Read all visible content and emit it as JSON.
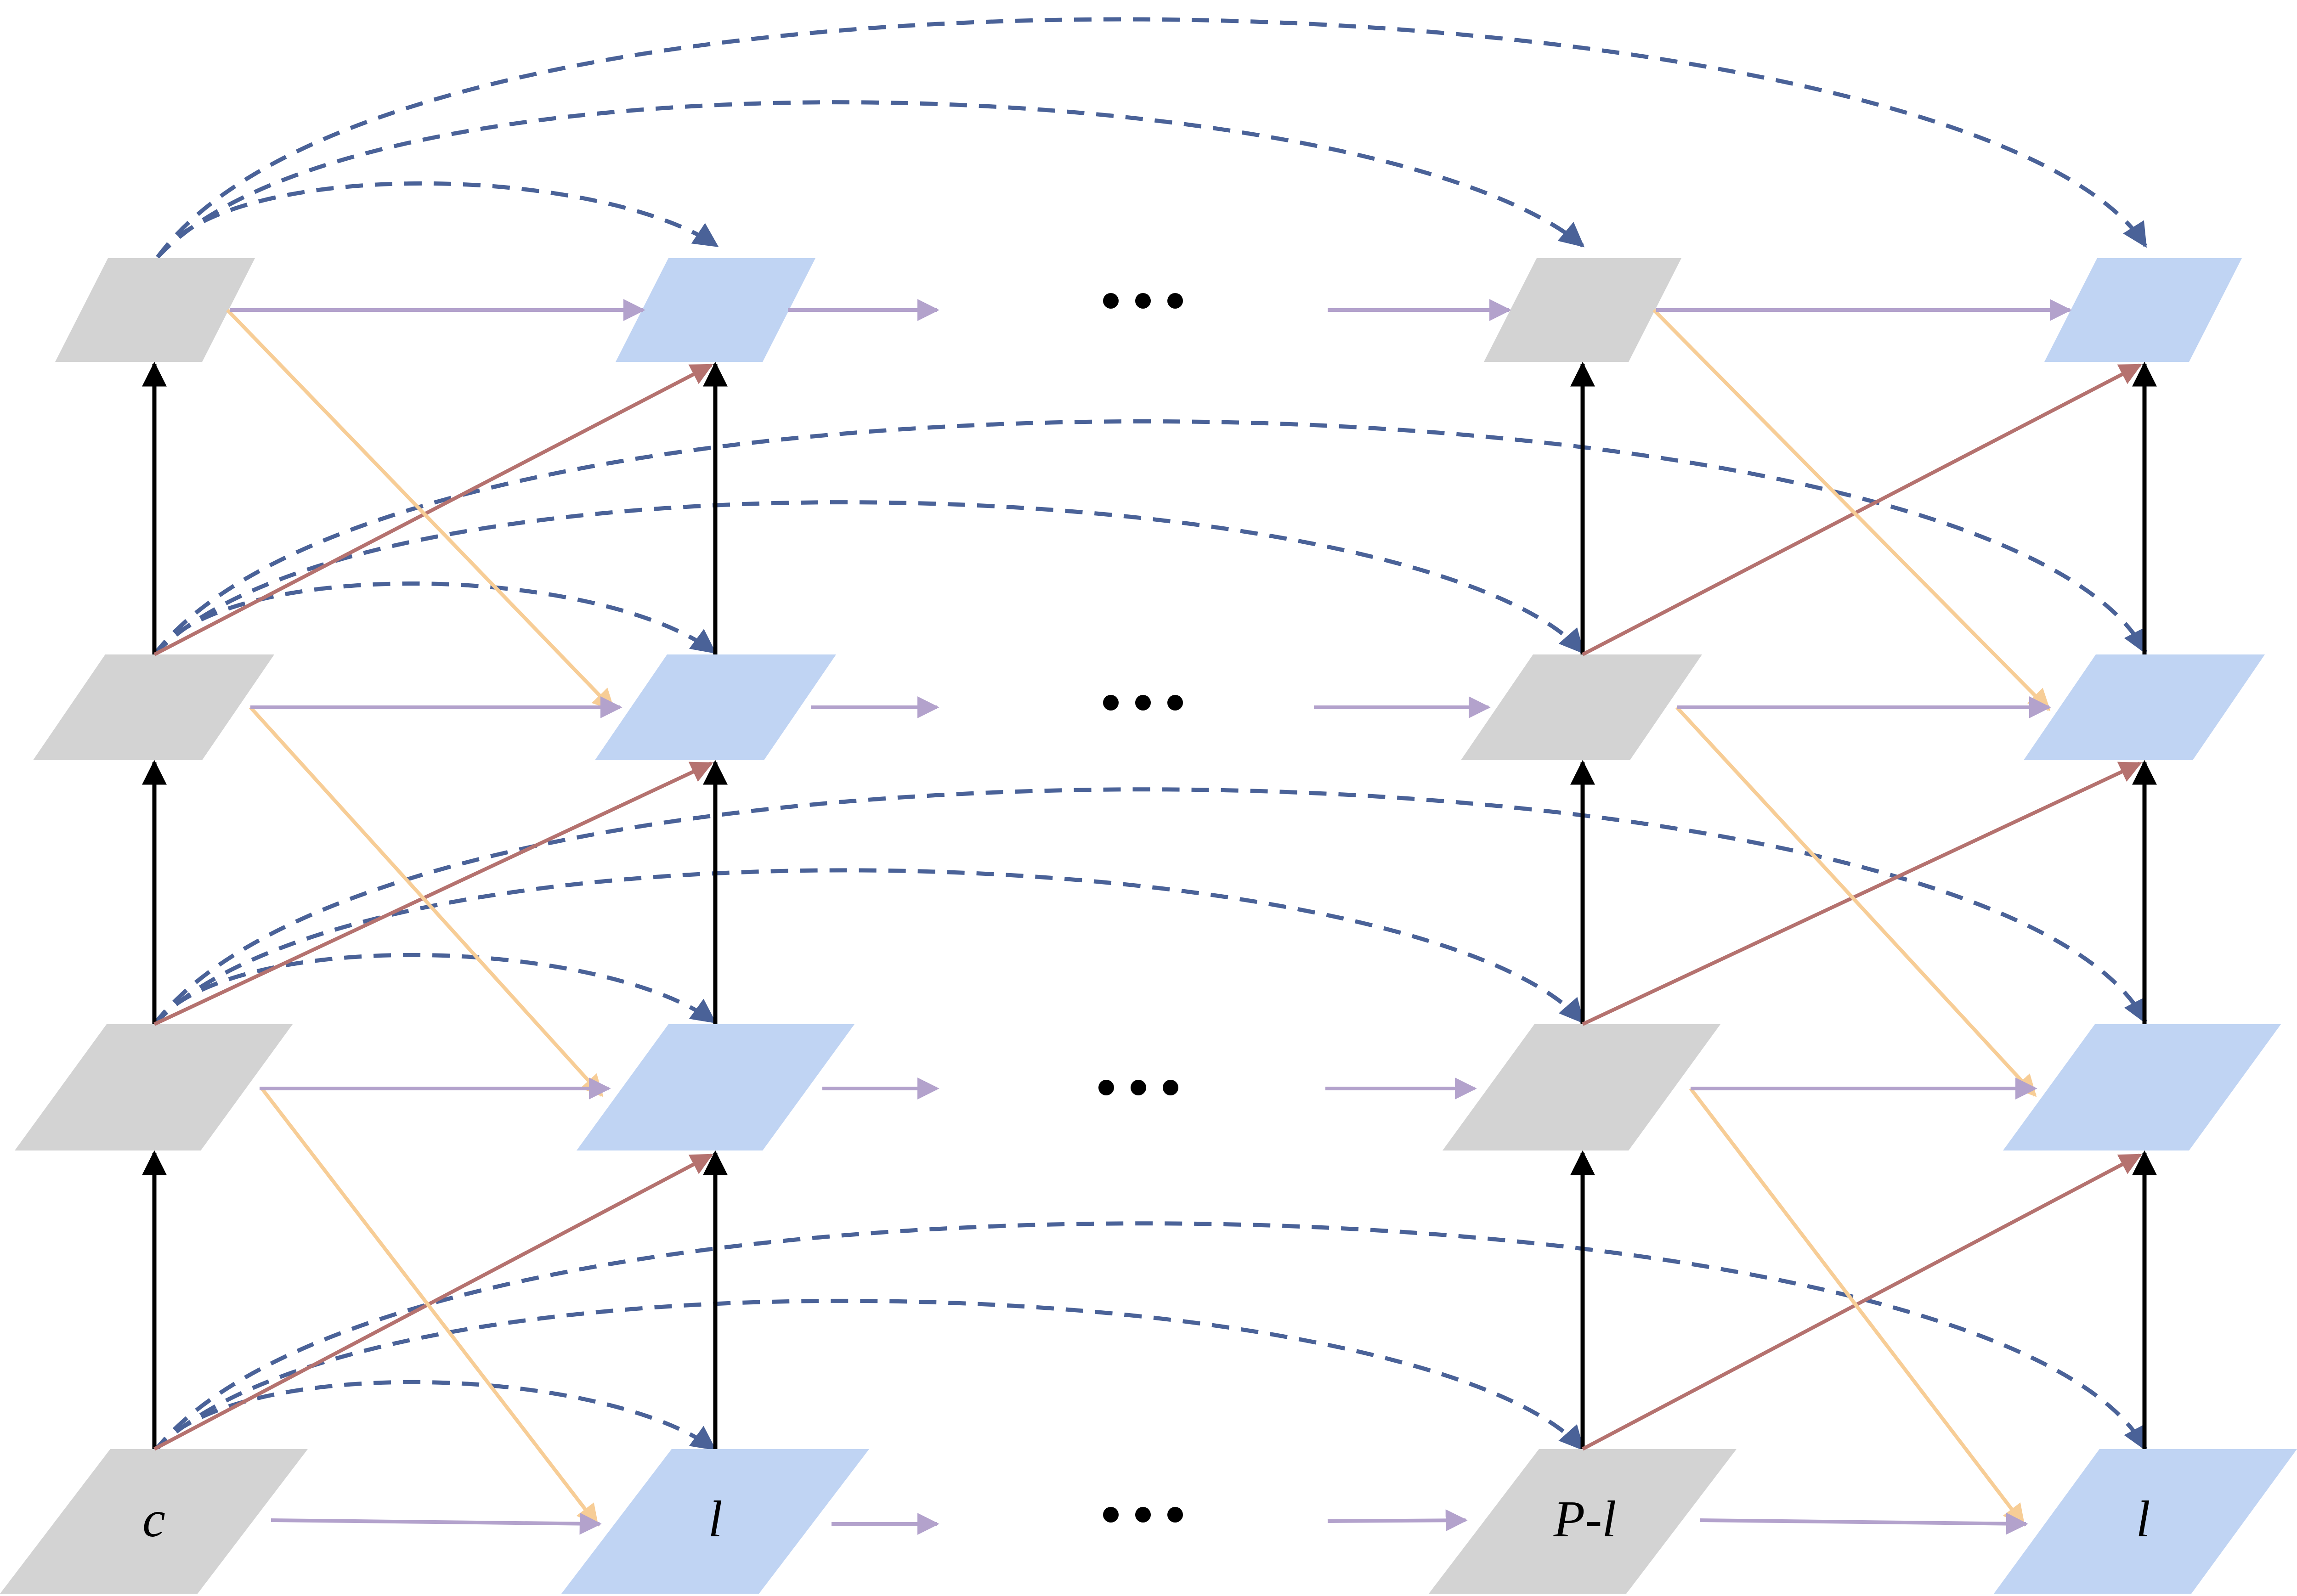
{
  "colors": {
    "gray_node": "#d3d3d3",
    "blue_node": "#c0d4f3",
    "purple_arrow": "#b3a2cc",
    "orange_arrow": "#f7cd96",
    "red_arrow": "#b5726f",
    "black_arrow": "#000000",
    "dashed_arrow": "#4a6298"
  },
  "labels": {
    "bottom_c": "c",
    "bottom_l": "l",
    "bottom_pl": "P-l",
    "bottom_l2": "l"
  },
  "ellipsis": "•••",
  "icons": {
    "ellipsis": "three-dots"
  }
}
